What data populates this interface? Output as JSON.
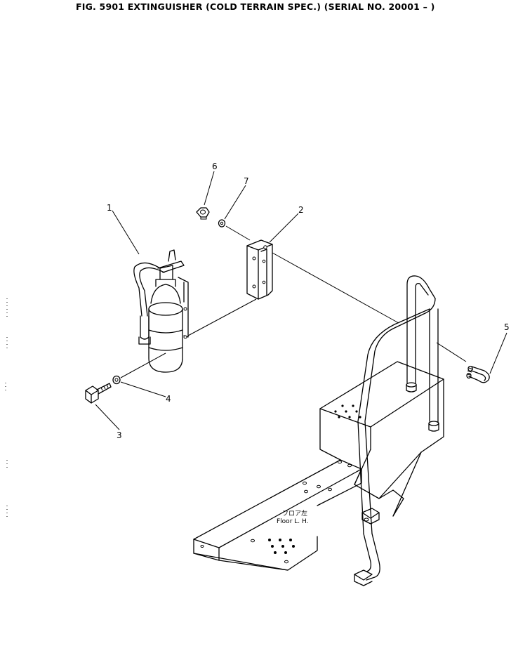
{
  "title": "FIG. 5901  EXTINGUISHER (COLD TERRAIN SPEC.) (SERIAL NO. 20001 – )",
  "callouts": [
    "1",
    "2",
    "3",
    "4",
    "5",
    "6",
    "7"
  ],
  "floor_label_jp": "フロア左",
  "floor_label": "Floor L. H."
}
